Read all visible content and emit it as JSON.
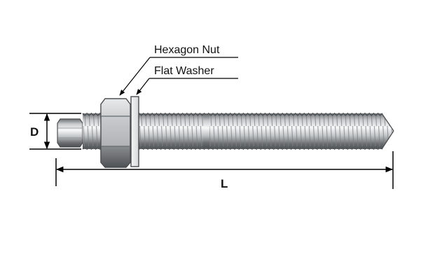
{
  "diagram": {
    "subject": "Threaded anchor rod with hexagon nut and flat washer",
    "callouts": [
      {
        "id": "hexagon-nut",
        "label": "Hexagon Nut"
      },
      {
        "id": "flat-washer",
        "label": "Flat Washer"
      }
    ],
    "dimensions": {
      "diameter": {
        "label": "D"
      },
      "length": {
        "label": "L"
      }
    },
    "colors": {
      "line": "#000000",
      "steel_light": "#f2f3f4",
      "steel_mid": "#b9bcbf",
      "steel_dark": "#55585b",
      "outline": "#4a4c4e",
      "background": "#ffffff"
    }
  }
}
